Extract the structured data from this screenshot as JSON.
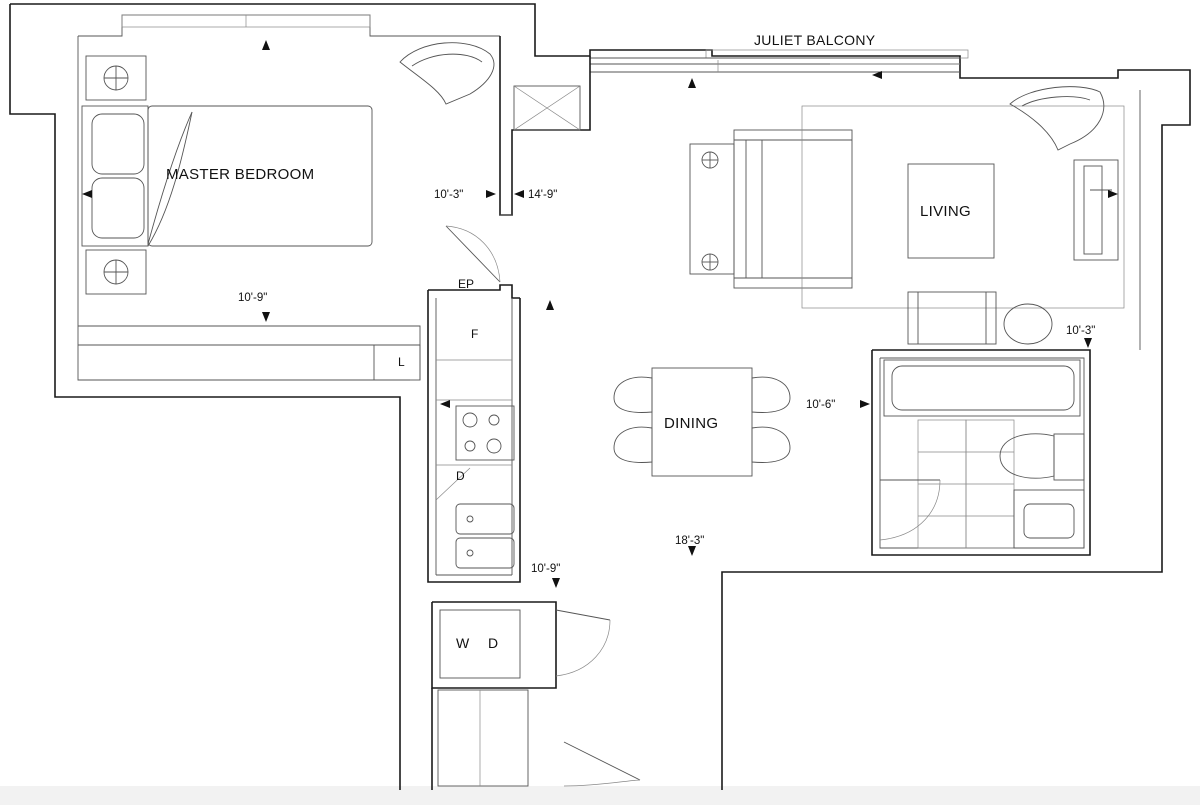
{
  "rooms": {
    "master_bedroom": "MASTER BEDROOM",
    "living": "LIVING",
    "dining": "DINING",
    "juliet_balcony": "JULIET BALCONY"
  },
  "fixtures": {
    "electrical_panel": "EP",
    "fridge": "F",
    "dishwasher": "D",
    "linen": "L",
    "washer": "W",
    "dryer": "D"
  },
  "dimensions": {
    "bedroom_width": "10'-9\"",
    "bedroom_depth": "10'-3\"",
    "living_depth": "14'-9\"",
    "living_width": "10'-3\"",
    "bath_width": "10'-6\"",
    "dining_length": "18'-3\"",
    "laundry_width": "10'-9\""
  },
  "colors": {
    "wall": "#1a1a1a",
    "background": "#ffffff"
  }
}
